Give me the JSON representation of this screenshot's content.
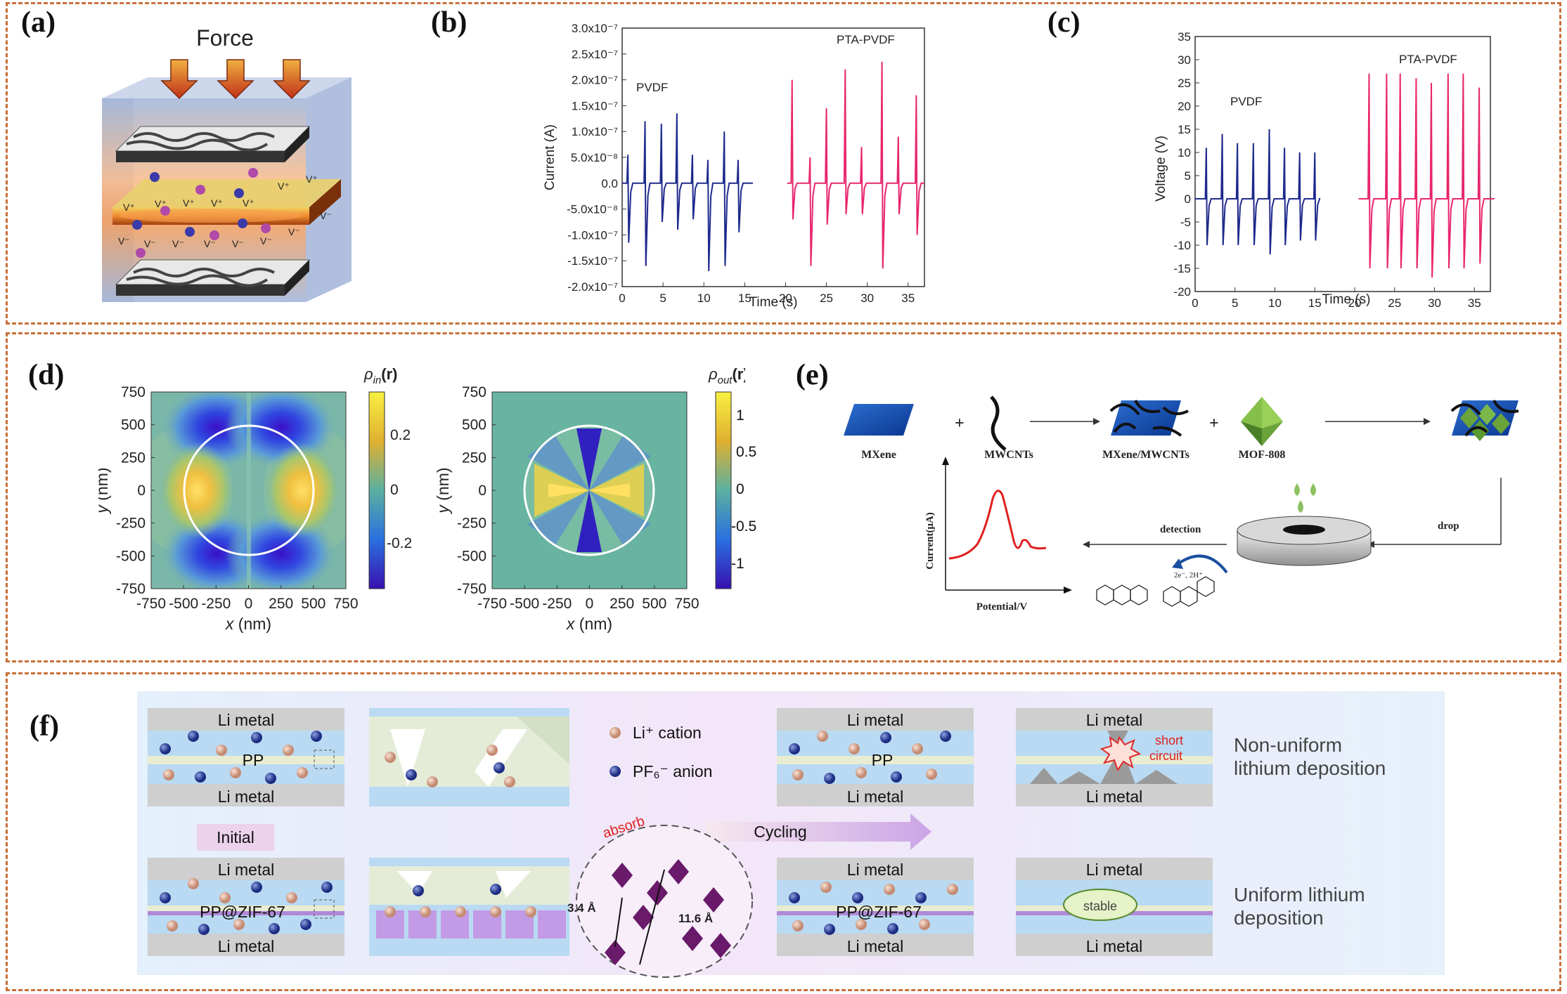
{
  "panels": {
    "a": "(a)",
    "b": "(b)",
    "c": "(c)",
    "d": "(d)",
    "e": "(e)",
    "f": "(f)"
  },
  "colors": {
    "frame": "#c8703a",
    "pvdf": "#1f2a8c",
    "pta_pvdf": "#e8266e",
    "cv_curve": "#e02020",
    "mxene": "#1a4fb0",
    "mof": "#6aa33a"
  },
  "panel_a": {
    "force_label": "Force",
    "charge_labels": [
      "V⁺",
      "V⁺",
      "V⁺",
      "V⁺",
      "V⁺",
      "V⁺",
      "V⁺",
      "V⁻",
      "V⁻",
      "V⁻",
      "V⁻",
      "V⁻",
      "V⁻",
      "V⁻",
      "V⁻"
    ]
  },
  "chart_data": [
    {
      "type": "line",
      "panel": "b",
      "xlabel": "Time (s)",
      "ylabel": "Current (A)",
      "xlim": [
        0,
        37
      ],
      "ylim": [
        -2e-07,
        3e-07
      ],
      "xticks": [
        "0",
        "5",
        "10",
        "15",
        "20",
        "25",
        "30",
        "35"
      ],
      "yticks": [
        "3.0x10⁻⁷",
        "2.5x10⁻⁷",
        "2.0x10⁻⁷",
        "1.5x10⁻⁷",
        "1.0x10⁻⁷",
        "5.0x10⁻⁸",
        "0.0",
        "-5.0x10⁻⁸",
        "-1.0x10⁻⁷",
        "-1.5x10⁻⁷",
        "-2.0x10⁻⁷"
      ],
      "series": [
        {
          "name": "PVDF",
          "x_range": [
            0,
            16
          ],
          "spike_times": [
            0.7,
            2.8,
            4.8,
            6.7,
            8.6,
            10.5,
            12.5,
            14.2
          ],
          "positive_peaks": [
            5.5e-08,
            1.2e-07,
            1.15e-07,
            1.35e-07,
            5.5e-08,
            4.5e-08,
            1e-07,
            4.5e-08
          ],
          "negative_peaks": [
            -1.15e-07,
            -1.6e-07,
            -7.5e-08,
            -9e-08,
            -7e-08,
            -1.7e-07,
            -1.6e-07,
            -9.5e-08
          ]
        },
        {
          "name": "PTA-PVDF",
          "x_range": [
            20.2,
            37
          ],
          "spike_times": [
            20.8,
            23.0,
            25.0,
            27.3,
            29.3,
            31.8,
            33.8,
            36.0
          ],
          "positive_peaks": [
            2e-07,
            5e-08,
            1.45e-07,
            2.2e-07,
            7e-08,
            2.35e-07,
            9e-08,
            1.7e-07
          ],
          "negative_peaks": [
            -7e-08,
            -1.6e-07,
            -8e-08,
            -6e-08,
            -6e-08,
            -1.65e-07,
            -6e-08,
            -1e-07
          ]
        }
      ]
    },
    {
      "type": "line",
      "panel": "c",
      "xlabel": "Time (s)",
      "ylabel": "Voltage (V)",
      "xlim": [
        0,
        37
      ],
      "ylim": [
        -20,
        35
      ],
      "xticks": [
        "0",
        "5",
        "10",
        "15",
        "20",
        "25",
        "30",
        "35"
      ],
      "yticks": [
        "35",
        "30",
        "25",
        "20",
        "15",
        "10",
        "5",
        "0",
        "-5",
        "-10",
        "-15",
        "-20"
      ],
      "series": [
        {
          "name": "PVDF",
          "x_range": [
            0,
            15.5
          ],
          "spike_times": [
            1.4,
            3.4,
            5.3,
            7.3,
            9.3,
            11.2,
            13.1,
            15.0
          ],
          "positive_peaks": [
            11,
            14,
            12,
            12,
            15,
            11,
            10,
            10
          ],
          "negative_peaks": [
            -10,
            -10,
            -10,
            -10,
            -12,
            -10,
            -9,
            -9
          ]
        },
        {
          "name": "PTA-PVDF",
          "x_range": [
            20.5,
            37.5
          ],
          "spike_times": [
            21.8,
            24.0,
            25.7,
            27.7,
            29.6,
            31.7,
            33.6,
            35.6
          ],
          "positive_peaks": [
            27,
            27,
            27,
            26,
            25,
            27,
            27,
            24
          ],
          "negative_peaks": [
            -15,
            -15,
            -15,
            -15,
            -17,
            -15,
            -15,
            -14
          ]
        }
      ]
    }
  ],
  "panel_d": {
    "left": {
      "colorbar_title": "ρ",
      "colorbar_sub": "in",
      "colorbar_arg": "(r)",
      "colorbar_ticks": [
        "0.2",
        "0",
        "-0.2"
      ]
    },
    "right": {
      "colorbar_title": "ρ",
      "colorbar_sub": "out",
      "colorbar_arg": "(r)",
      "colorbar_ticks": [
        "1",
        "0.5",
        "0",
        "-0.5",
        "-1"
      ]
    },
    "x_ticks": [
      "-750",
      "-500",
      "-250",
      "0",
      "250",
      "500",
      "750"
    ],
    "y_ticks": [
      "750",
      "500",
      "250",
      "0",
      "-250",
      "-500",
      "-750"
    ],
    "xlabel_var": "x",
    "xlabel_unit": " (nm)",
    "ylabel_var": "y",
    "ylabel_unit": " (nm)"
  },
  "panel_e": {
    "mxene": "MXene",
    "mwcnts": "MWCNTs",
    "composite": "MXene/MWCNTs",
    "mof": "MOF-808",
    "plus": "+",
    "drop": "drop",
    "detection": "detection",
    "ylabel": "Current(μA)",
    "xlabel": "Potential/V",
    "reaction": "2e⁻, 2H⁺"
  },
  "panel_f": {
    "li_metal": "Li metal",
    "pp": "PP",
    "pp_zif": "PP@ZIF-67",
    "legend_cation": "Li⁺ cation",
    "legend_anion": "PF₆⁻ anion",
    "initial": "Initial",
    "cycling": "Cycling",
    "absorb": "absorb",
    "dist_1": "3.4 Å",
    "dist_2": "11.6 Å",
    "short_circuit_1": "short",
    "short_circuit_2": "circuit",
    "stable": "stable",
    "nonuniform_1": "Non-uniform",
    "nonuniform_2": "lithium deposition",
    "uniform_1": "Uniform lithium",
    "uniform_2": "deposition"
  }
}
